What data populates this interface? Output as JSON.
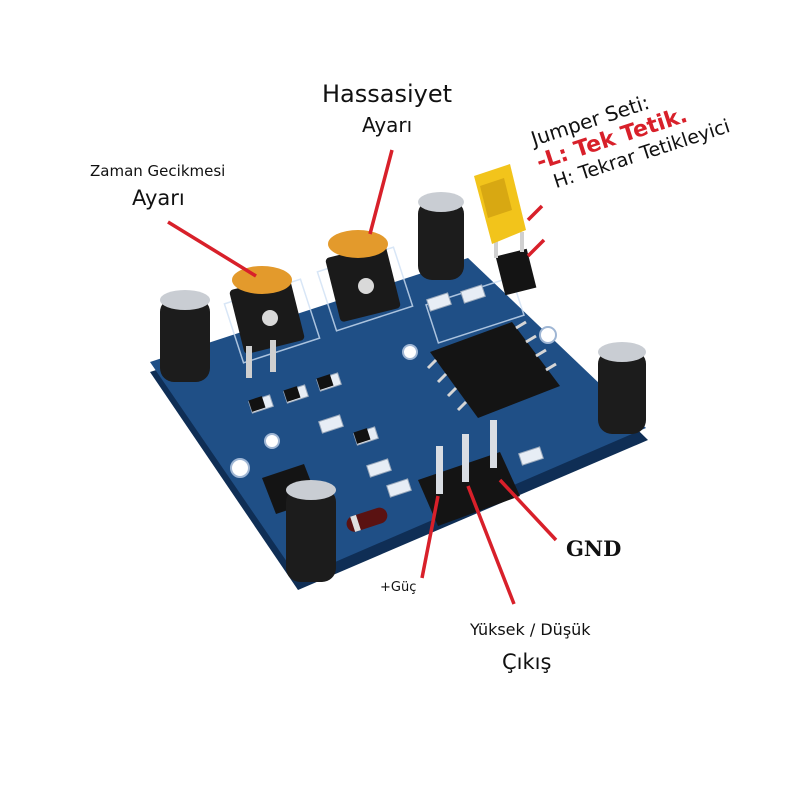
{
  "labels": {
    "hassasiyet_title": "Hassasiyet",
    "hassasiyet_sub": "Ayarı",
    "zaman_title": "Zaman Gecikmesi",
    "zaman_sub": "Ayarı",
    "jumper_title": "Jumper Seti:",
    "jumper_l": "-L: Tek Tetik.",
    "jumper_h": "H: Tekrar Tetikleyici",
    "gnd": "GND",
    "guc": "+Güç",
    "cikis_title": "Yüksek / Düşük",
    "cikis_sub": "Çıkış"
  },
  "colors": {
    "pcb": "#1f4f86",
    "pcb_edge": "#163a66",
    "annotation_line": "#d8202a",
    "jumper": "#f2c41b",
    "label_text": "#111111"
  }
}
